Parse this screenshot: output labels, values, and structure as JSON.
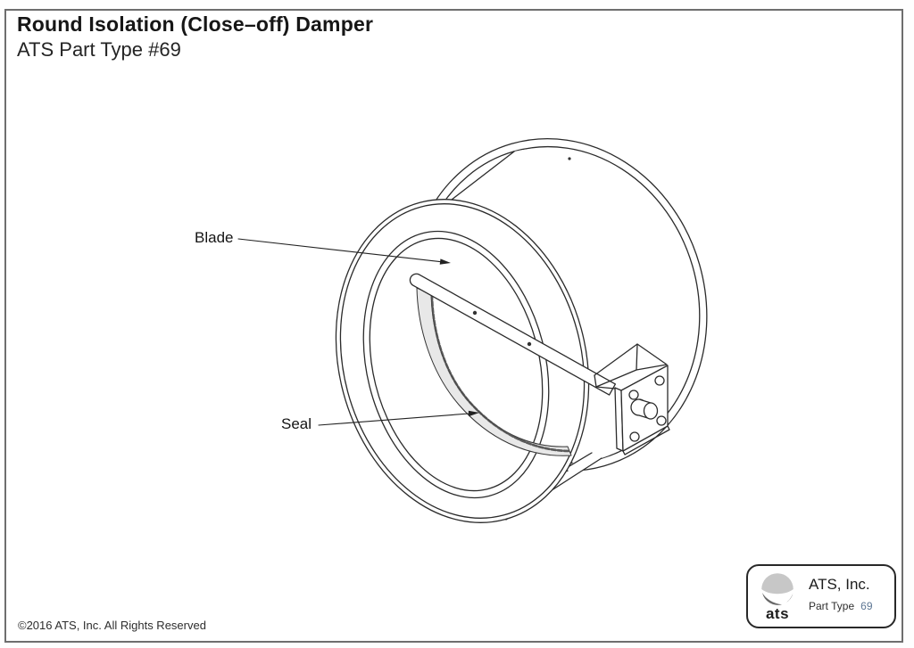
{
  "page": {
    "title": "Round Isolation (Close–off) Damper",
    "subtitle": "ATS Part Type #69",
    "footer": "©2016 ATS, Inc. All Rights Reserved"
  },
  "diagram": {
    "description": "Isometric line drawing of a round isolation close-off damper: two flanged rings joined by a cylindrical duct body, near-closed blade with perimeter seal, and side mounting bracket with actuator shaft",
    "labels": [
      {
        "text": "Blade"
      },
      {
        "text": "Seal"
      }
    ]
  },
  "badge": {
    "company": "ATS, Inc.",
    "part_type_label": "Part Type",
    "part_type_value": "69",
    "logo_text": "ats"
  },
  "colors": {
    "line": "#2b2b2b",
    "frame_border": "#6e6e6e",
    "seal_fill": "#e8e8e8",
    "seal_edge": "#4a4a4a",
    "logo_light_gray": "#c7c7c7",
    "logo_dark_gray": "#686868",
    "part_value_text": "#5d7693"
  }
}
